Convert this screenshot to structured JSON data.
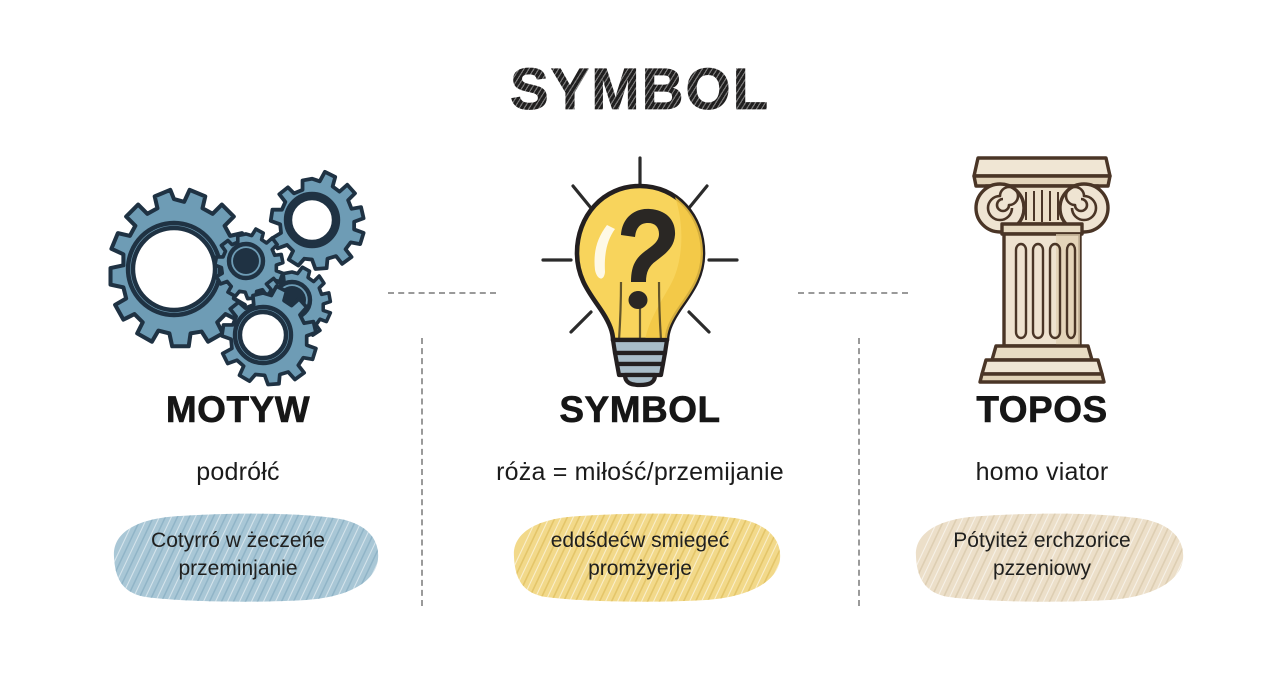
{
  "page": {
    "title": "SYMBOL",
    "background": "#ffffff"
  },
  "colors": {
    "gear_fill": "#6e9cb5",
    "gear_stroke": "#1f3243",
    "bulb_fill": "#f8d45c",
    "bulb_stroke": "#231f20",
    "bulb_base": "#a8bcc8",
    "column_fill": "#e8dcc8",
    "column_stroke": "#4a3526",
    "highlight_blue": "#bcd4e2",
    "highlight_yellow": "#f7e09a",
    "highlight_tan": "#e6ddcb",
    "note_blue": "#a9c7d6",
    "note_yellow": "#f2d98a",
    "note_tan": "#ecdfc9",
    "dash_line": "#9a9a9a",
    "text": "#1c1c1c"
  },
  "columns": [
    {
      "id": "motyw",
      "icon": "gears-icon",
      "heading": "MOTYW",
      "subtitle": "podrółć",
      "note": "Cotyrró w żeczeńe\nprzeminjanie",
      "accent": "#bcd4e2"
    },
    {
      "id": "symbol",
      "icon": "lightbulb-question-icon",
      "heading": "SYMBOL",
      "subtitle": "róża = miłość/przemijanie",
      "note": "eddśdećw smiegeć\npromżyerje",
      "accent": "#f7e09a"
    },
    {
      "id": "topos",
      "icon": "ionic-column-icon",
      "heading": "TOPOS",
      "subtitle": "homo viator",
      "note": "Pótyiteż erchzorice\npzzeniowy",
      "accent": "#e6ddcb"
    }
  ]
}
